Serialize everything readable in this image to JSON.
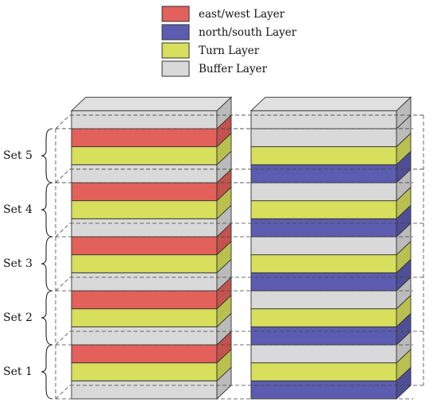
{
  "legend": [
    {
      "key": "ew",
      "label": "east/west Layer",
      "color": "#e2615a"
    },
    {
      "key": "ns",
      "label": "north/south Layer",
      "color": "#5c5cb0"
    },
    {
      "key": "turn",
      "label": "Turn Layer",
      "color": "#d7df5c"
    },
    {
      "key": "buffer",
      "label": "Buffer Layer",
      "color": "#d9d9d9"
    }
  ],
  "sets": [
    "Set 1",
    "Set 2",
    "Set 3",
    "Set 4",
    "Set 5"
  ],
  "stacks": [
    {
      "name": "left-stack",
      "layers_bottom_to_top": [
        "buffer",
        "turn",
        "ew",
        "buffer",
        "turn",
        "ew",
        "buffer",
        "turn",
        "ew",
        "buffer",
        "turn",
        "ew",
        "buffer",
        "turn",
        "ew",
        "buffer"
      ]
    },
    {
      "name": "right-stack",
      "layers_bottom_to_top": [
        "ns",
        "turn",
        "buffer",
        "ns",
        "turn",
        "buffer",
        "ns",
        "turn",
        "buffer",
        "ns",
        "turn",
        "buffer",
        "ns",
        "turn",
        "buffer",
        "buffer"
      ]
    }
  ]
}
